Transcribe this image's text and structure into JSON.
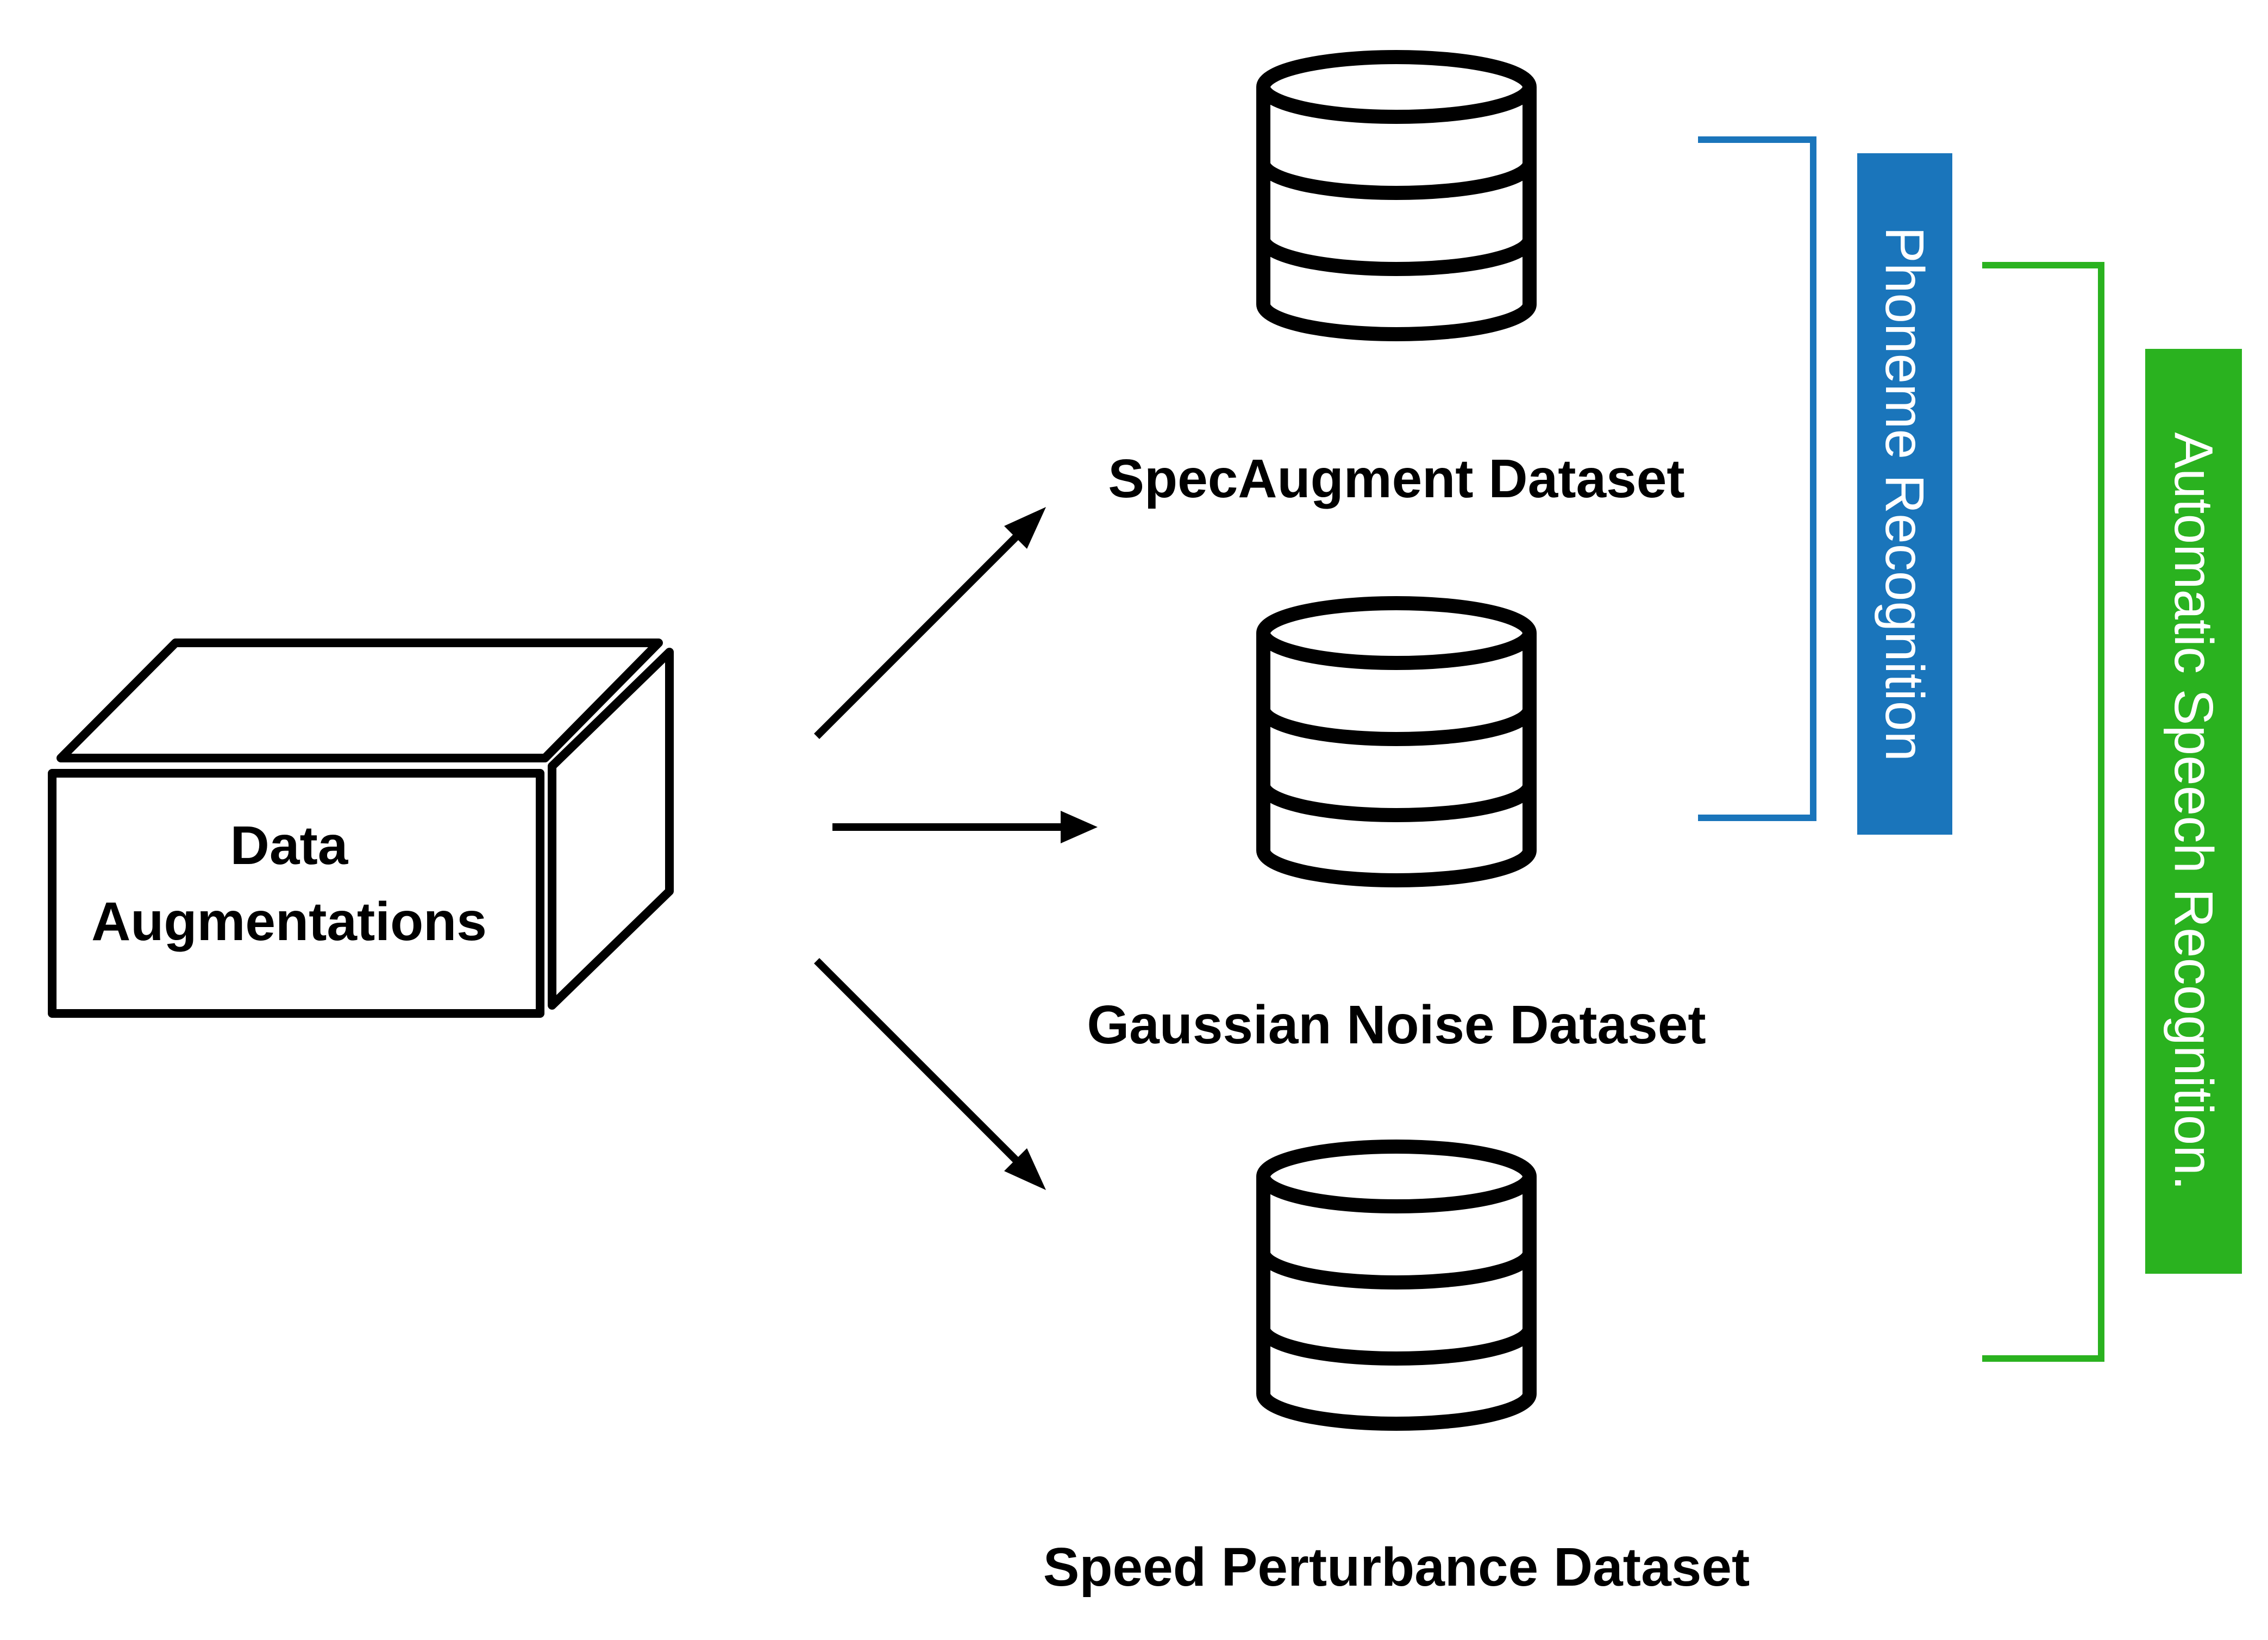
{
  "source_box": {
    "label_line1": "Data",
    "label_line2": "Augmentations"
  },
  "datasets": [
    {
      "label": "SpecAugment Dataset",
      "icon": "database-icon"
    },
    {
      "label": "Gaussian Noise Dataset",
      "icon": "database-icon"
    },
    {
      "label": "Speed Perturbance Dataset",
      "icon": "database-icon"
    }
  ],
  "tasks": [
    {
      "label": "Phoneme Recognition",
      "color": "#1a75bb"
    },
    {
      "label": "Automatic Speech Recognition.",
      "color": "#2ab21f"
    }
  ],
  "colors": {
    "stroke": "#000000",
    "background": "#ffffff"
  }
}
